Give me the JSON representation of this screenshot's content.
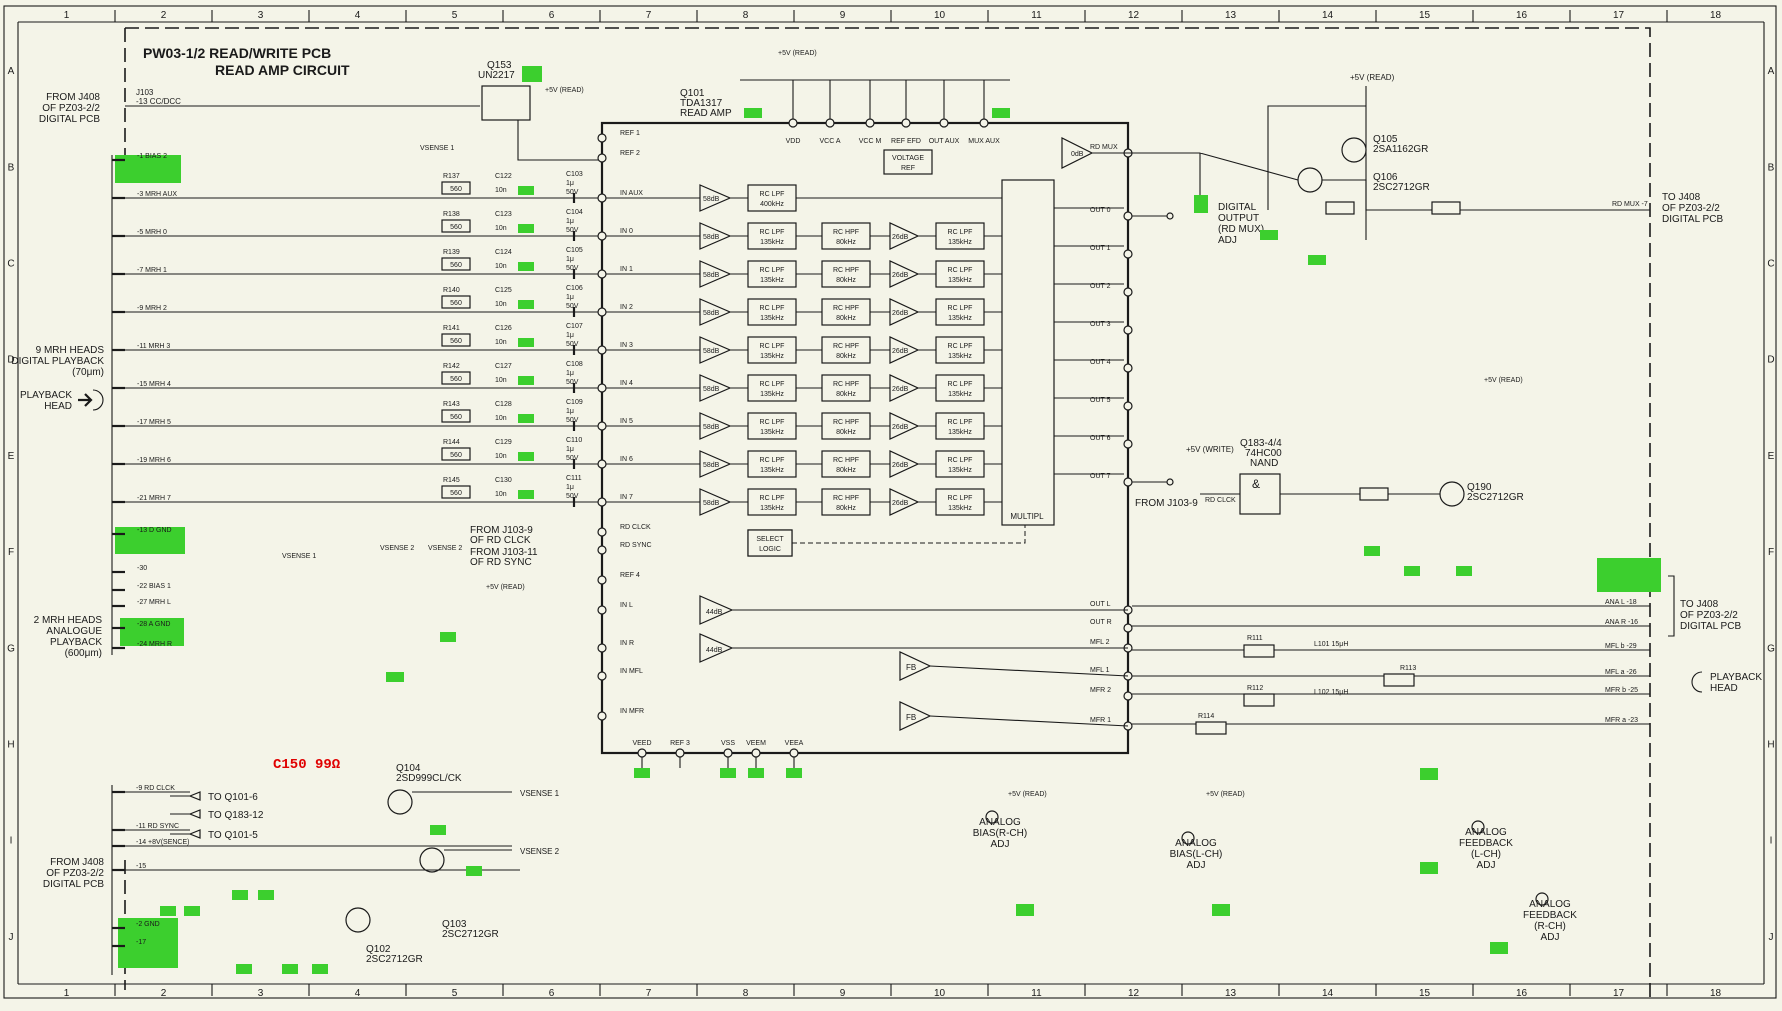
{
  "grid": {
    "columns": [
      "1",
      "2",
      "3",
      "4",
      "5",
      "6",
      "7",
      "8",
      "9",
      "10",
      "11",
      "12",
      "13",
      "14",
      "15",
      "16",
      "17",
      "18"
    ],
    "rows": [
      "A",
      "B",
      "C",
      "D",
      "E",
      "F",
      "G",
      "H",
      "I",
      "J"
    ]
  },
  "title": {
    "line1": "PW03-1/2 READ/WRITE PCB",
    "line2": "READ AMP CIRCUIT"
  },
  "note_red": "C150 99Ω",
  "left_labels": {
    "from_top": [
      "FROM J408",
      "OF PZ03-2/2",
      "DIGITAL PCB"
    ],
    "heads9": [
      "9 MRH HEADS",
      "DIGITAL PLAYBACK",
      "(70μm)"
    ],
    "playback_head": [
      "PLAYBACK",
      "HEAD"
    ],
    "heads2": [
      "2 MRH HEADS",
      "ANALOGUE",
      "PLAYBACK",
      "(600μm)"
    ],
    "from_bottom": [
      "FROM J408",
      "OF PZ03-2/2",
      "DIGITAL PCB"
    ]
  },
  "connector_top": {
    "ref": "J103",
    "pin": "-13 CC/DCC"
  },
  "input_pins": [
    "-1 BIAS 2",
    "-3 MRH AUX",
    "-5 MRH 0",
    "-7 MRH 1",
    "-9 MRH 2",
    "-11 MRH 3",
    "-15 MRH 4",
    "-17 MRH 5",
    "-19 MRH 6",
    "-21 MRH 7",
    "-13 D GND",
    "-30",
    "-22 BIAS 1",
    "-27 MRH L",
    "-28 A GND",
    "-24 MRH R"
  ],
  "resistors_in": [
    "R137",
    "R138",
    "R139",
    "R140",
    "R141",
    "R142",
    "R143",
    "R144",
    "R145"
  ],
  "caps_in": [
    "C122",
    "C123",
    "C124",
    "C125",
    "C126",
    "C127",
    "C128",
    "C129",
    "C130"
  ],
  "coupling_caps": [
    "C103",
    "C104",
    "C105",
    "C106",
    "C107",
    "C108",
    "C109",
    "C110",
    "C111"
  ],
  "val_560": "560",
  "val_10n": "10n",
  "val_cap": "1μ",
  "val_50v": "50V",
  "ic_main": {
    "ref": "Q101",
    "part": "TDA1317",
    "desc": "READ AMP"
  },
  "ic_pins": [
    "REF 1",
    "REF 2",
    "IN AUX",
    "IN 0",
    "IN 1",
    "IN 2",
    "IN 3",
    "IN 4",
    "IN 5",
    "IN 6",
    "IN 7",
    "RD CLCK",
    "RD SYNC",
    "REF 4",
    "IN L",
    "IN R",
    "IN MFL",
    "IN MFR"
  ],
  "ic_top_pins": [
    "VDD",
    "VCC A",
    "VCC M",
    "REF EFD",
    "OUT AUX",
    "MUX AUX"
  ],
  "ic_bottom_pins": [
    "VEED",
    "REF 3",
    "VSS",
    "VEEM",
    "VEEA"
  ],
  "ic_outputs": [
    "RD MUX",
    "OUT 0",
    "OUT 1",
    "OUT 2",
    "OUT 3",
    "OUT 4",
    "OUT 5",
    "OUT 6",
    "OUT 7",
    "OUT L",
    "OUT R",
    "MFL 2",
    "MFL 1",
    "MFR 2",
    "MFR 1"
  ],
  "blocks": {
    "gain": "58dB",
    "gain2": "26dB",
    "gain_an": "44dB",
    "gain_mux": "0dB",
    "lpf_aux": [
      "RC LPF",
      "400kHz"
    ],
    "lpf": [
      "RC LPF",
      "135kHz"
    ],
    "hpf": [
      "RC HPF",
      "80kHz"
    ],
    "vref": [
      "VOLTAGE",
      "REF"
    ],
    "select": [
      "SELECT",
      "LOGIC"
    ],
    "multipl": "MULTIPL",
    "fb": "FB"
  },
  "q153": {
    "ref": "Q153",
    "part": "UN2217"
  },
  "supply_read": "+5V (READ)",
  "supply_write": "+5V (WRITE)",
  "q105": {
    "ref": "Q105",
    "part": "2SA1162GR"
  },
  "q106": {
    "ref": "Q106",
    "part": "2SC2712GR"
  },
  "digital_output": [
    "DIGITAL",
    "OUTPUT",
    "(RD MUX)",
    "ADJ"
  ],
  "to_top": [
    "TO J408",
    "OF PZ03-2/2",
    "DIGITAL PCB"
  ],
  "rd_mux_out": "RD MUX -7",
  "q183": {
    "ref": "Q183-4/4",
    "part": "74HC00",
    "desc": "NAND"
  },
  "from_j103_9": "FROM J103-9",
  "rd_clck": "RD CLCK",
  "q190": {
    "ref": "Q190",
    "part": "2SC2712GR"
  },
  "to_mid": [
    "TO J408",
    "OF PZ03-2/2",
    "DIGITAL PCB"
  ],
  "right_pins": [
    "ANA L -18",
    "ANA R -16",
    "MFL b -29",
    "MFL a -26",
    "MFR b -25",
    "MFR a -23"
  ],
  "playback_head_r": [
    "PLAYBACK",
    "HEAD"
  ],
  "from_j103_vsense": [
    "FROM J103-9",
    "OF RD CLCK",
    "FROM J103-11",
    "OF RD SYNC"
  ],
  "bottom_signals": [
    "TO Q101-6",
    "TO Q183-12",
    "TO Q101-5"
  ],
  "bottom_pins": [
    "-9 RD CLCK",
    "-11 RD SYNC",
    "-14 +8V(SENCE)",
    "-15",
    "-2 GND",
    "-17"
  ],
  "q104": {
    "ref": "Q104",
    "part": "2SD999CL/CK"
  },
  "q103": {
    "ref": "Q103",
    "part": "2SC2712GR"
  },
  "q102": {
    "ref": "Q102",
    "part": "2SC2712GR"
  },
  "vsense1": "VSENSE 1",
  "vsense2": "VSENSE 2",
  "analog_adj": [
    [
      "ANALOG",
      "BIAS(R-CH)",
      "ADJ"
    ],
    [
      "ANALOG",
      "BIAS(L-CH)",
      "ADJ"
    ],
    [
      "ANALOG",
      "FEEDBACK",
      "(L-CH)",
      "ADJ"
    ],
    [
      "ANALOG",
      "FEEDBACK",
      "(R-CH)",
      "ADJ"
    ]
  ],
  "mfl_parts": [
    "R111",
    "L101 15μH",
    "R113",
    "R112",
    "L102 15μH",
    "R114"
  ],
  "colors": {
    "highlight": "#3ccf2e",
    "line": "#1a1a1a",
    "paper": "#f4f4e8",
    "note": "#e00000"
  }
}
